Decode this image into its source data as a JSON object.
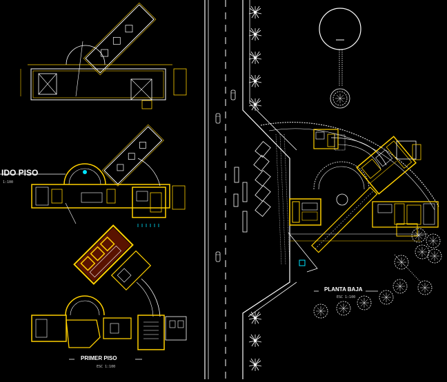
{
  "labels": {
    "segundo_piso": "IDO PISO",
    "segundo_scale": "1:100",
    "primer_piso": "PRIMER PISO",
    "primer_scale": "ESC 1:100",
    "planta_baja": "PLANTA BAJA",
    "planta_scale": "ESC 1:100"
  },
  "colors": {
    "background": "#000000",
    "wall": "#ffd000",
    "line": "#ffffff",
    "accent_red": "#ff3300",
    "accent_cyan": "#00e5ff",
    "accent_yellow_dim": "#c9b000"
  },
  "icons": {
    "tree": "palm-tree-icon",
    "car": "car-icon",
    "circle_plaza": "plaza-circle-icon"
  }
}
